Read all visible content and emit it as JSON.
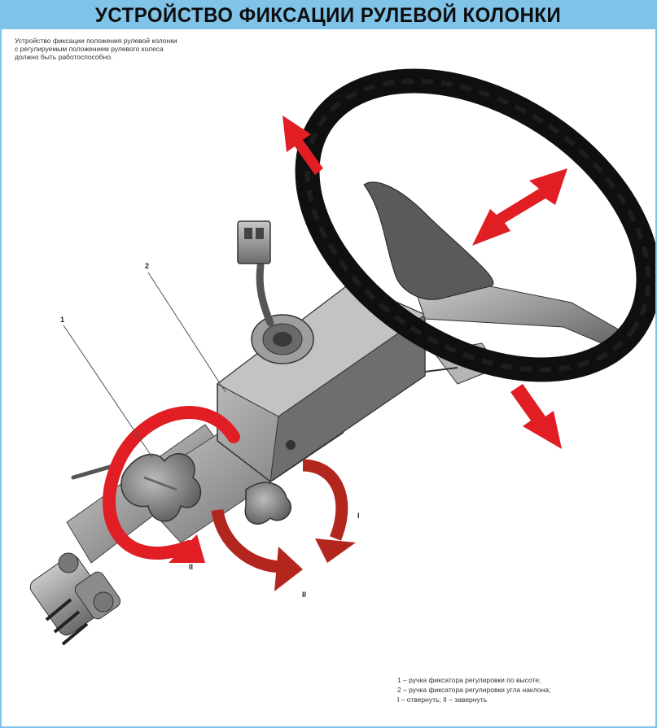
{
  "title": "УСТРОЙСТВО ФИКСАЦИИ РУЛЕВОЙ КОЛОНКИ",
  "intro_lines": [
    "Устройство фиксации положения рулевой колонки",
    "с регулируемым положением рулевого колеса",
    "должно быть работоспособно."
  ],
  "callouts": {
    "label_1": "1",
    "label_2": "2",
    "label_roman_1": "I",
    "label_roman_2a": "II",
    "label_roman_2b": "II"
  },
  "legend": [
    "1 – ручка фиксатора регулировки по высоте;",
    "2 – ручка фиксатора регулировки угла наклона;",
    "I – отвернуть; II – завернуть"
  ],
  "colors": {
    "title_bar": "#7fc3e8",
    "arrow_red": "#e01e24",
    "arrow_dark_red": "#b3261e",
    "wheel": "#111111",
    "metal": "#9a9a9a"
  }
}
